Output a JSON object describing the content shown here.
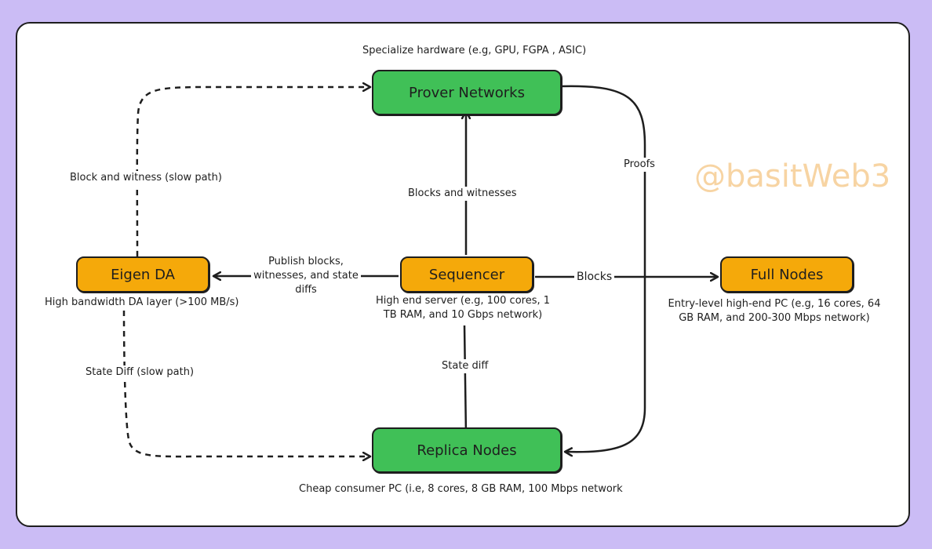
{
  "nodes": {
    "prover": "Prover Networks",
    "eigen": "Eigen DA",
    "sequencer": "Sequencer",
    "full": "Full Nodes",
    "replica": "Replica Nodes"
  },
  "notes": {
    "prover": "Specialize hardware (e.g, GPU, FGPA , ASIC)",
    "eigen": "High bandwidth DA layer (>100 MB/s)",
    "sequencer": "High end server (e.g, 100 cores, 1 TB RAM, and 10 Gbps network)",
    "full": "Entry-level high-end PC (e.g, 16 cores, 64 GB RAM, and 200-300 Mbps network)",
    "replica": "Cheap consumer PC (i.e, 8 cores, 8 GB RAM, 100 Mbps network"
  },
  "edges": {
    "block_witness_slow": "Block and witness (slow path)",
    "blocks_witnesses": "Blocks and witnesses",
    "proofs": "Proofs",
    "publish": "Publish blocks, witnesses, and state diffs",
    "blocks": "Blocks",
    "state_diff_slow": "State Diff (slow path)",
    "state_diff": "State diff"
  },
  "watermark": "@basitWeb3",
  "colors": {
    "background": "#cbbcf5",
    "green_node": "#40c057",
    "orange_node": "#f5a90a",
    "watermark": "#f7d4a3"
  }
}
